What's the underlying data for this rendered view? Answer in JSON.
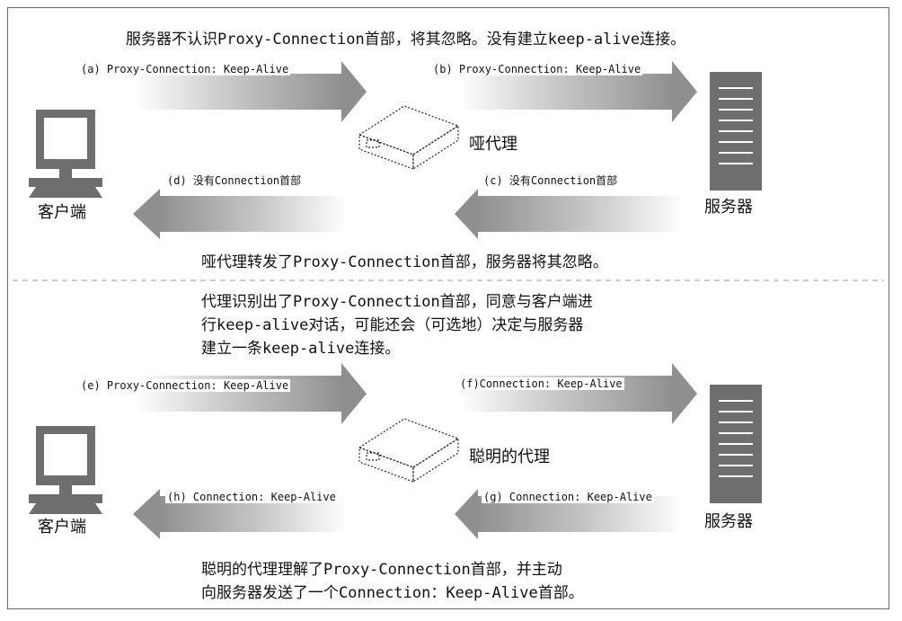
{
  "top_caption": "服务器不认识Proxy-Connection首部，将其忽略。没有建立keep-alive连接。",
  "top_bottom_caption": "哑代理转发了Proxy-Connection首部，服务器将其忽略。",
  "middle_caption_lines": [
    "代理识别出了Proxy-Connection首部，同意与客户端进",
    "行keep-alive对话，可能还会（可选地）决定与服务器",
    "建立一条keep-alive连接。"
  ],
  "bottom_caption_lines": [
    "聪明的代理理解了Proxy-Connection首部，并主动",
    "向服务器发送了一个Connection：Keep-Alive首部。"
  ],
  "client_label": "客户端",
  "server_label": "服务器",
  "dumb_proxy_label": "哑代理",
  "smart_proxy_label": "聪明的代理",
  "arrows": {
    "a": "(a) Proxy-Connection: Keep-Alive",
    "b": "(b) Proxy-Connection: Keep-Alive",
    "c": "(c) 没有Connection首部",
    "d": "(d) 没有Connection首部",
    "e": "(e) Proxy-Connection: Keep-Alive",
    "f": "(f)Connection: Keep-Alive",
    "g": "(g) Connection: Keep-Alive",
    "h": "(h) Connection: Keep-Alive"
  }
}
